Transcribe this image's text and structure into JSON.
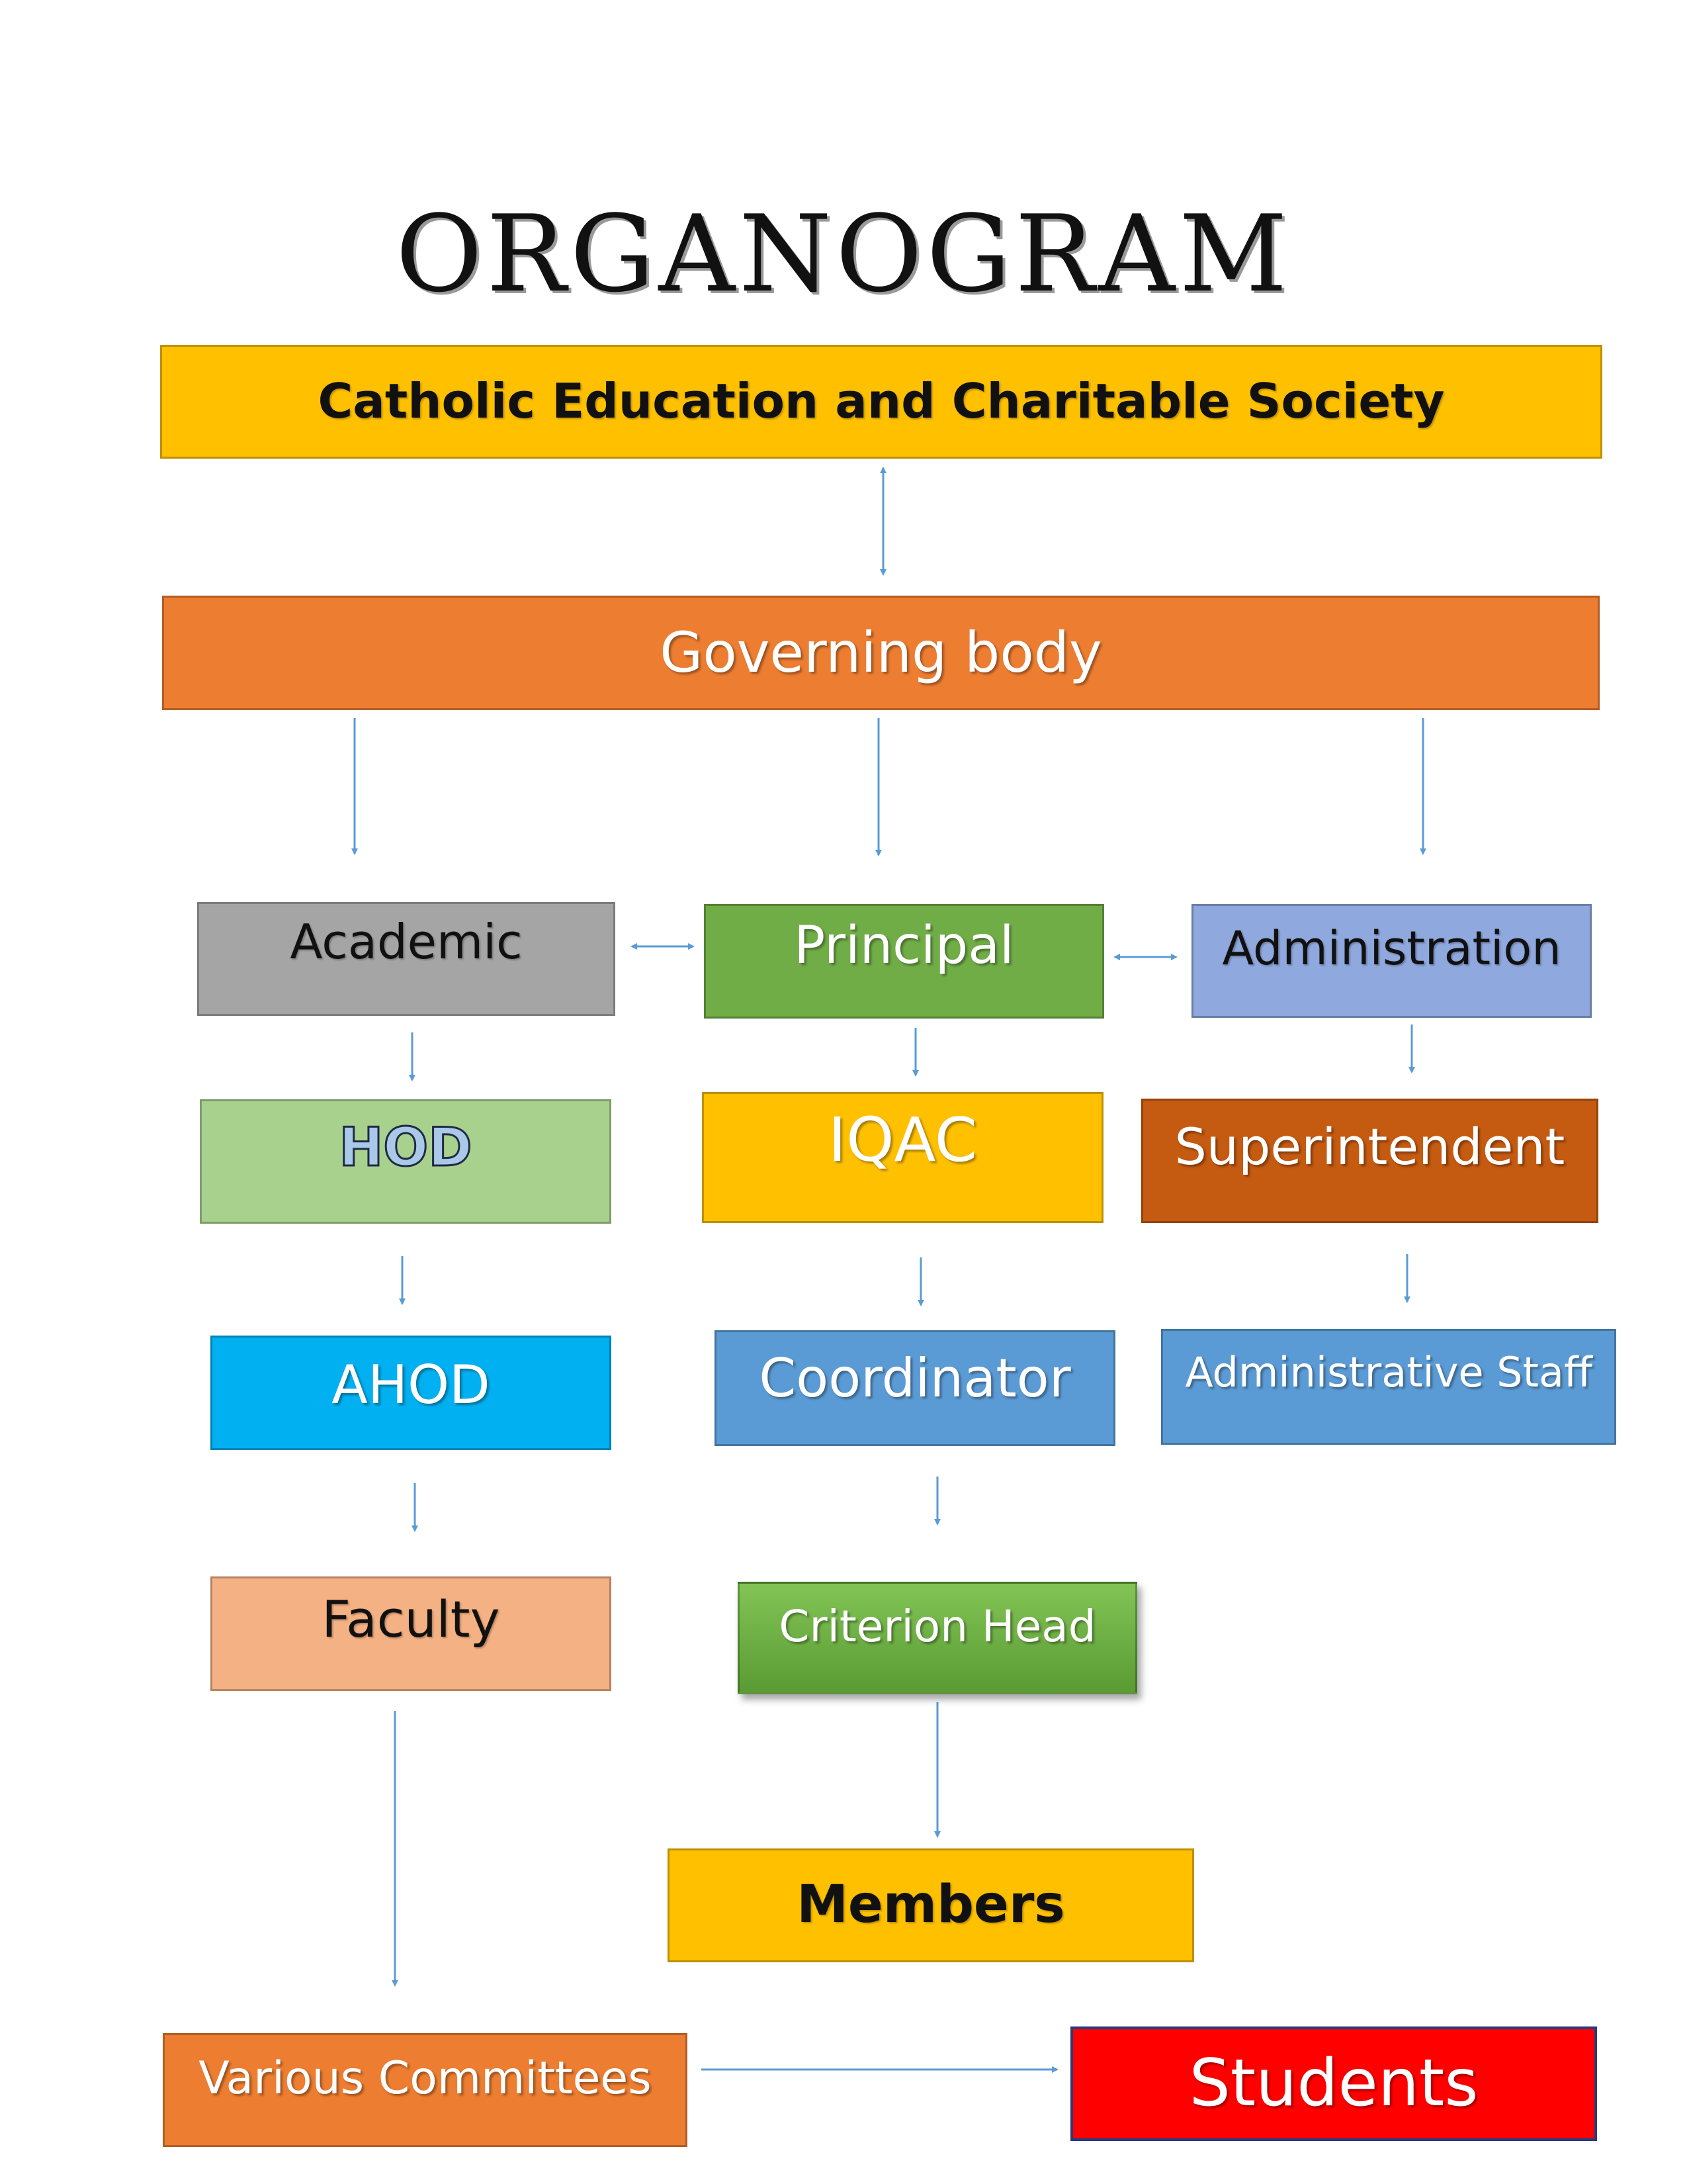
{
  "title": "ORGANOGRAM",
  "nodes": {
    "society": "Catholic Education and Charitable Society",
    "governing": "Governing body",
    "academic": "Academic",
    "principal": "Principal",
    "administration": "Administration",
    "hod": "HOD",
    "iqac": "IQAC",
    "superintendent": "Superintendent",
    "ahod": "AHOD",
    "coordinator": "Coordinator",
    "admin_staff": "Administrative Staff",
    "faculty": "Faculty",
    "criterion_head": "Criterion Head",
    "members": "Members",
    "committees": "Various Committees",
    "students": "Students"
  },
  "colors": {
    "society": "#FFC000",
    "governing": "#ED7D31",
    "academic": "#A5A5A5",
    "principal": "#70AD47",
    "administration": "#8FA8DE",
    "hod": "#A9D18E",
    "iqac": "#FFC000",
    "superintendent": "#C55A11",
    "ahod": "#00B0F0",
    "coordinator": "#5B9BD5",
    "admin_staff": "#5B9BD5",
    "faculty": "#F4B183",
    "criterion_head": "#6FAD3F",
    "members": "#FFC000",
    "committees": "#ED7D31",
    "students": "#FF0000",
    "connector": "#5B9BD5"
  }
}
